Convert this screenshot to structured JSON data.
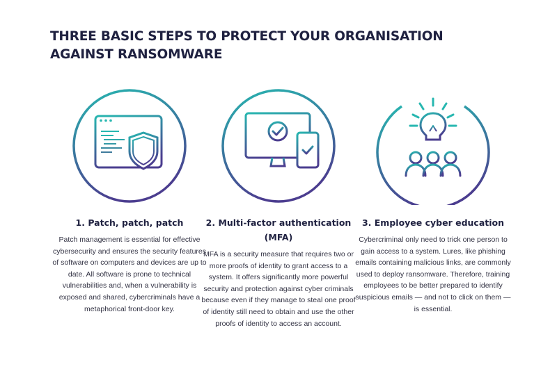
{
  "header": {
    "title": "THREE BASIC STEPS TO PROTECT YOUR ORGANISATION AGAINST RANSOMWARE"
  },
  "steps": [
    {
      "icon": "browser-shield-icon",
      "title": "1. Patch, patch, patch",
      "text": "Patch management is essential for effective cybersecurity and ensures the security features of software on computers and devices are up to date. All software is prone to technical vulnerabilities and, when a vulnerability is exposed and shared, cybercriminals have a metaphorical front-door key."
    },
    {
      "icon": "monitor-phone-check-icon",
      "title": "2. Multi-factor authentication (MFA)",
      "text": "MFA is a security measure that requires two or more proofs of identity to grant access to a system. It offers significantly more powerful security and protection against cyber criminals because even if they manage to steal one proof of identity still need to obtain and use the other proofs of identity to access an account."
    },
    {
      "icon": "lightbulb-people-icon",
      "title": "3. Employee cyber education",
      "text": "Cybercriminal only need to trick one person to gain access to a system. Lures, like phishing emails containing malicious links, are commonly used to deploy ransomware. Therefore, training employees to be better prepared to identify suspicious emails — and not to click on them — is essential."
    }
  ],
  "colors": {
    "gradient_start": "#27b7b0",
    "gradient_end": "#4b3d8f",
    "title": "#1f2140"
  }
}
